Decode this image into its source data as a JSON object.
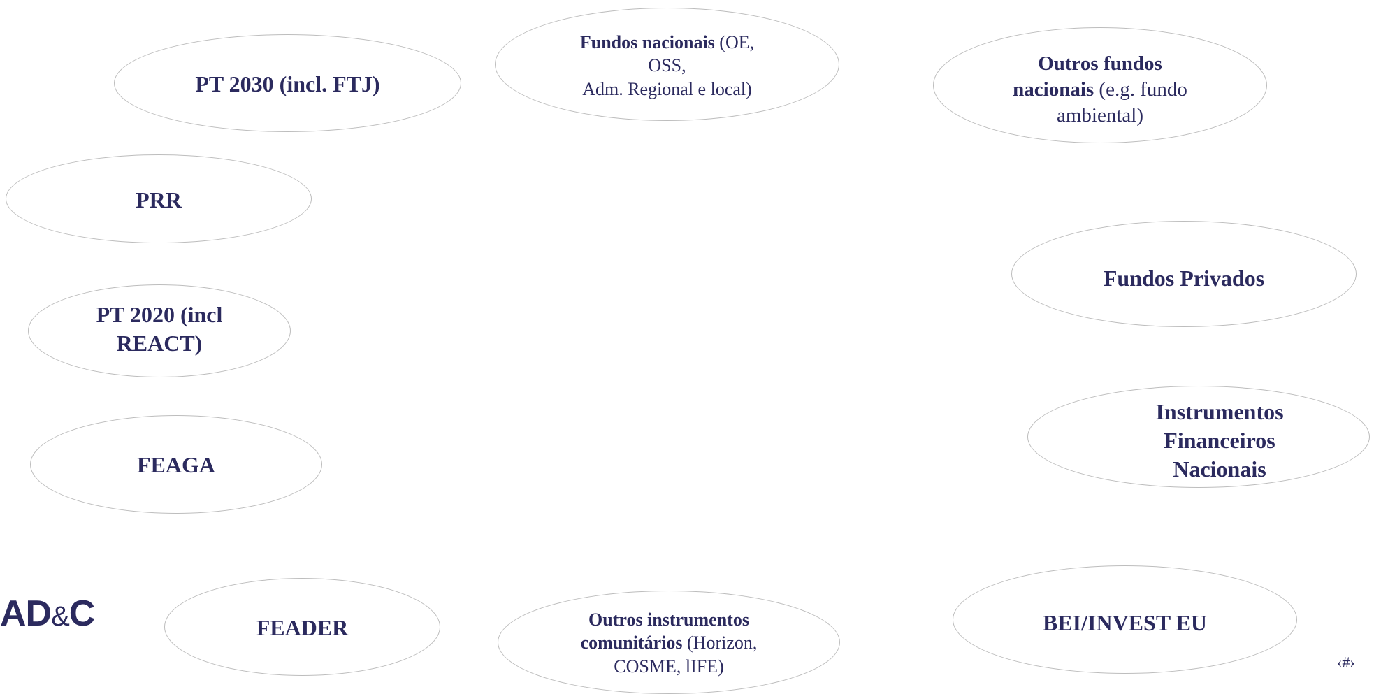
{
  "nodes": {
    "pt2030": {
      "line1": "PT 2030 (incl. FTJ)"
    },
    "prr": {
      "line1": "PRR"
    },
    "pt2020": {
      "line1": "PT 2020 (incl",
      "line2": "REACT)"
    },
    "feaga": {
      "line1": "FEAGA"
    },
    "feader": {
      "line1": "FEADER"
    },
    "fundos_nacionais": {
      "bold": "Fundos nacionais",
      "rest1": " (OE,",
      "line2": "OSS,",
      "line3": "Adm. Regional e local)"
    },
    "outros_fundos_nacionais": {
      "bold1": "Outros fundos",
      "bold2": "nacionais",
      "rest2": " (e.g. fundo",
      "line3": "ambiental)"
    },
    "fundos_privados": {
      "line1": "Fundos Privados"
    },
    "instrumentos_financeiros": {
      "line1": "Instrumentos",
      "line2": "Financeiros",
      "line3": "Nacionais"
    },
    "bei_invest": {
      "line1": "BEI/INVEST EU"
    },
    "outros_instrumentos": {
      "bold1": "Outros instrumentos",
      "bold2": "comunitários",
      "rest2": " (Horizon,",
      "line3": "COSME, lIFE)"
    }
  },
  "logo": {
    "left": "AD",
    "amp": "&",
    "right": "C"
  },
  "page_number": "‹#›"
}
